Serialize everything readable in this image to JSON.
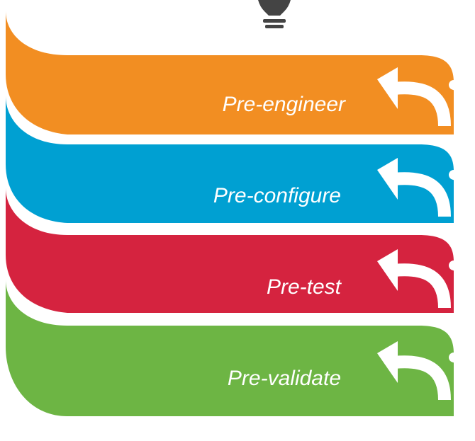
{
  "icon": "lightbulb-icon",
  "steps": [
    {
      "label": "Pre-engineer",
      "color": "#F28E22",
      "icon": "undo-arrow-icon"
    },
    {
      "label": "Pre-configure",
      "color": "#00A0D2",
      "icon": "undo-arrow-icon"
    },
    {
      "label": "Pre-test",
      "color": "#D5233F",
      "icon": "undo-arrow-icon"
    },
    {
      "label": "Pre-validate",
      "color": "#6DB544",
      "icon": "undo-arrow-icon"
    }
  ]
}
